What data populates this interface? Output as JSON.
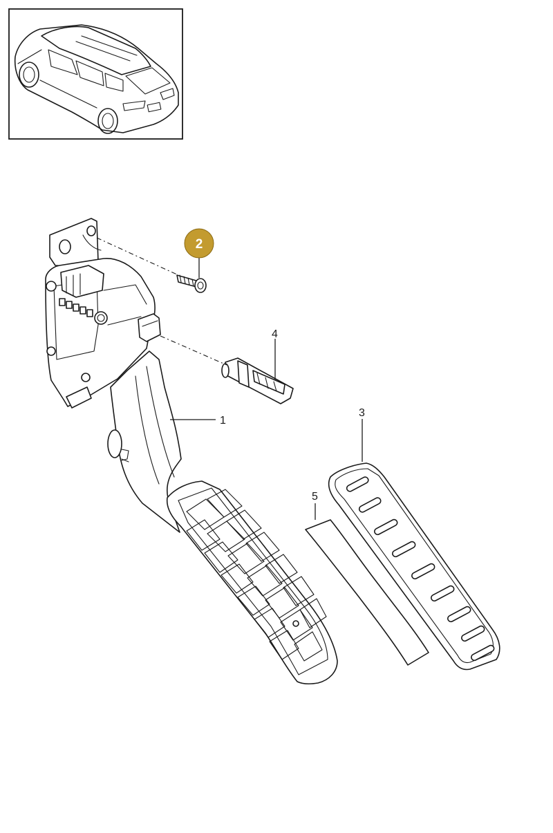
{
  "callouts": {
    "pedal_assembly": "1",
    "screw": "2",
    "pedal_pad": "3",
    "clip": "4",
    "adhesive_strip": "5"
  },
  "colors": {
    "highlight_badge": "#c39b2f",
    "line": "#1a1a1a",
    "background": "#ffffff"
  },
  "thumbnail": {
    "icon": "car-suv-icon"
  }
}
